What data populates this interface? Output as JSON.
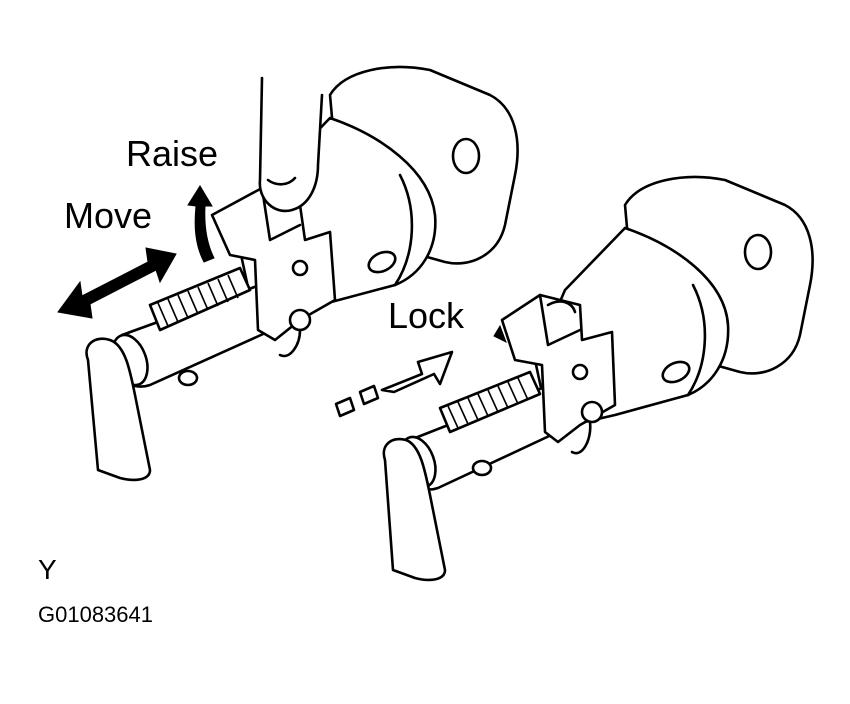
{
  "labels": {
    "raise": "Raise",
    "move": "Move",
    "lock": "Lock",
    "view": "Y",
    "figure_code": "G01083641"
  },
  "colors": {
    "ink": "#000000",
    "paper": "#ffffff"
  },
  "icons": [
    "raise-curved-arrow-icon",
    "move-double-arrow-icon",
    "lock-arrow-icon"
  ]
}
